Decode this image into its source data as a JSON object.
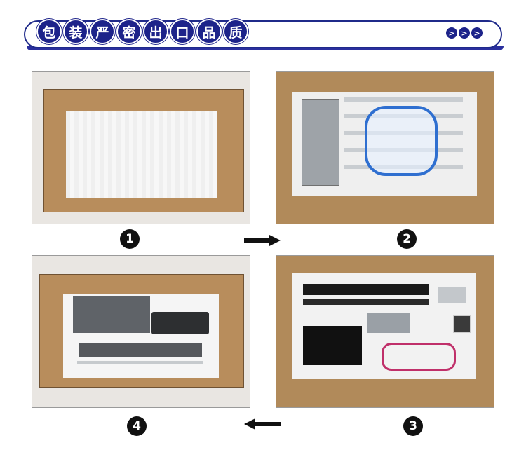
{
  "header": {
    "title_chars": [
      "包",
      "装",
      "严",
      "密",
      "出",
      "口",
      "品",
      "质"
    ],
    "chevrons": [
      ">",
      ">",
      ">"
    ],
    "accent_color": "#1d238a"
  },
  "steps": [
    {
      "number": "1",
      "photo": "foam-filled-box"
    },
    {
      "number": "2",
      "photo": "aluminium-rails-and-cables"
    },
    {
      "number": "3",
      "photo": "frame-and-motors"
    },
    {
      "number": "4",
      "photo": "plates-and-power-adapter"
    }
  ],
  "arrows": {
    "top_icon": "arrow-right-icon",
    "bottom_icon": "arrow-left-icon"
  }
}
